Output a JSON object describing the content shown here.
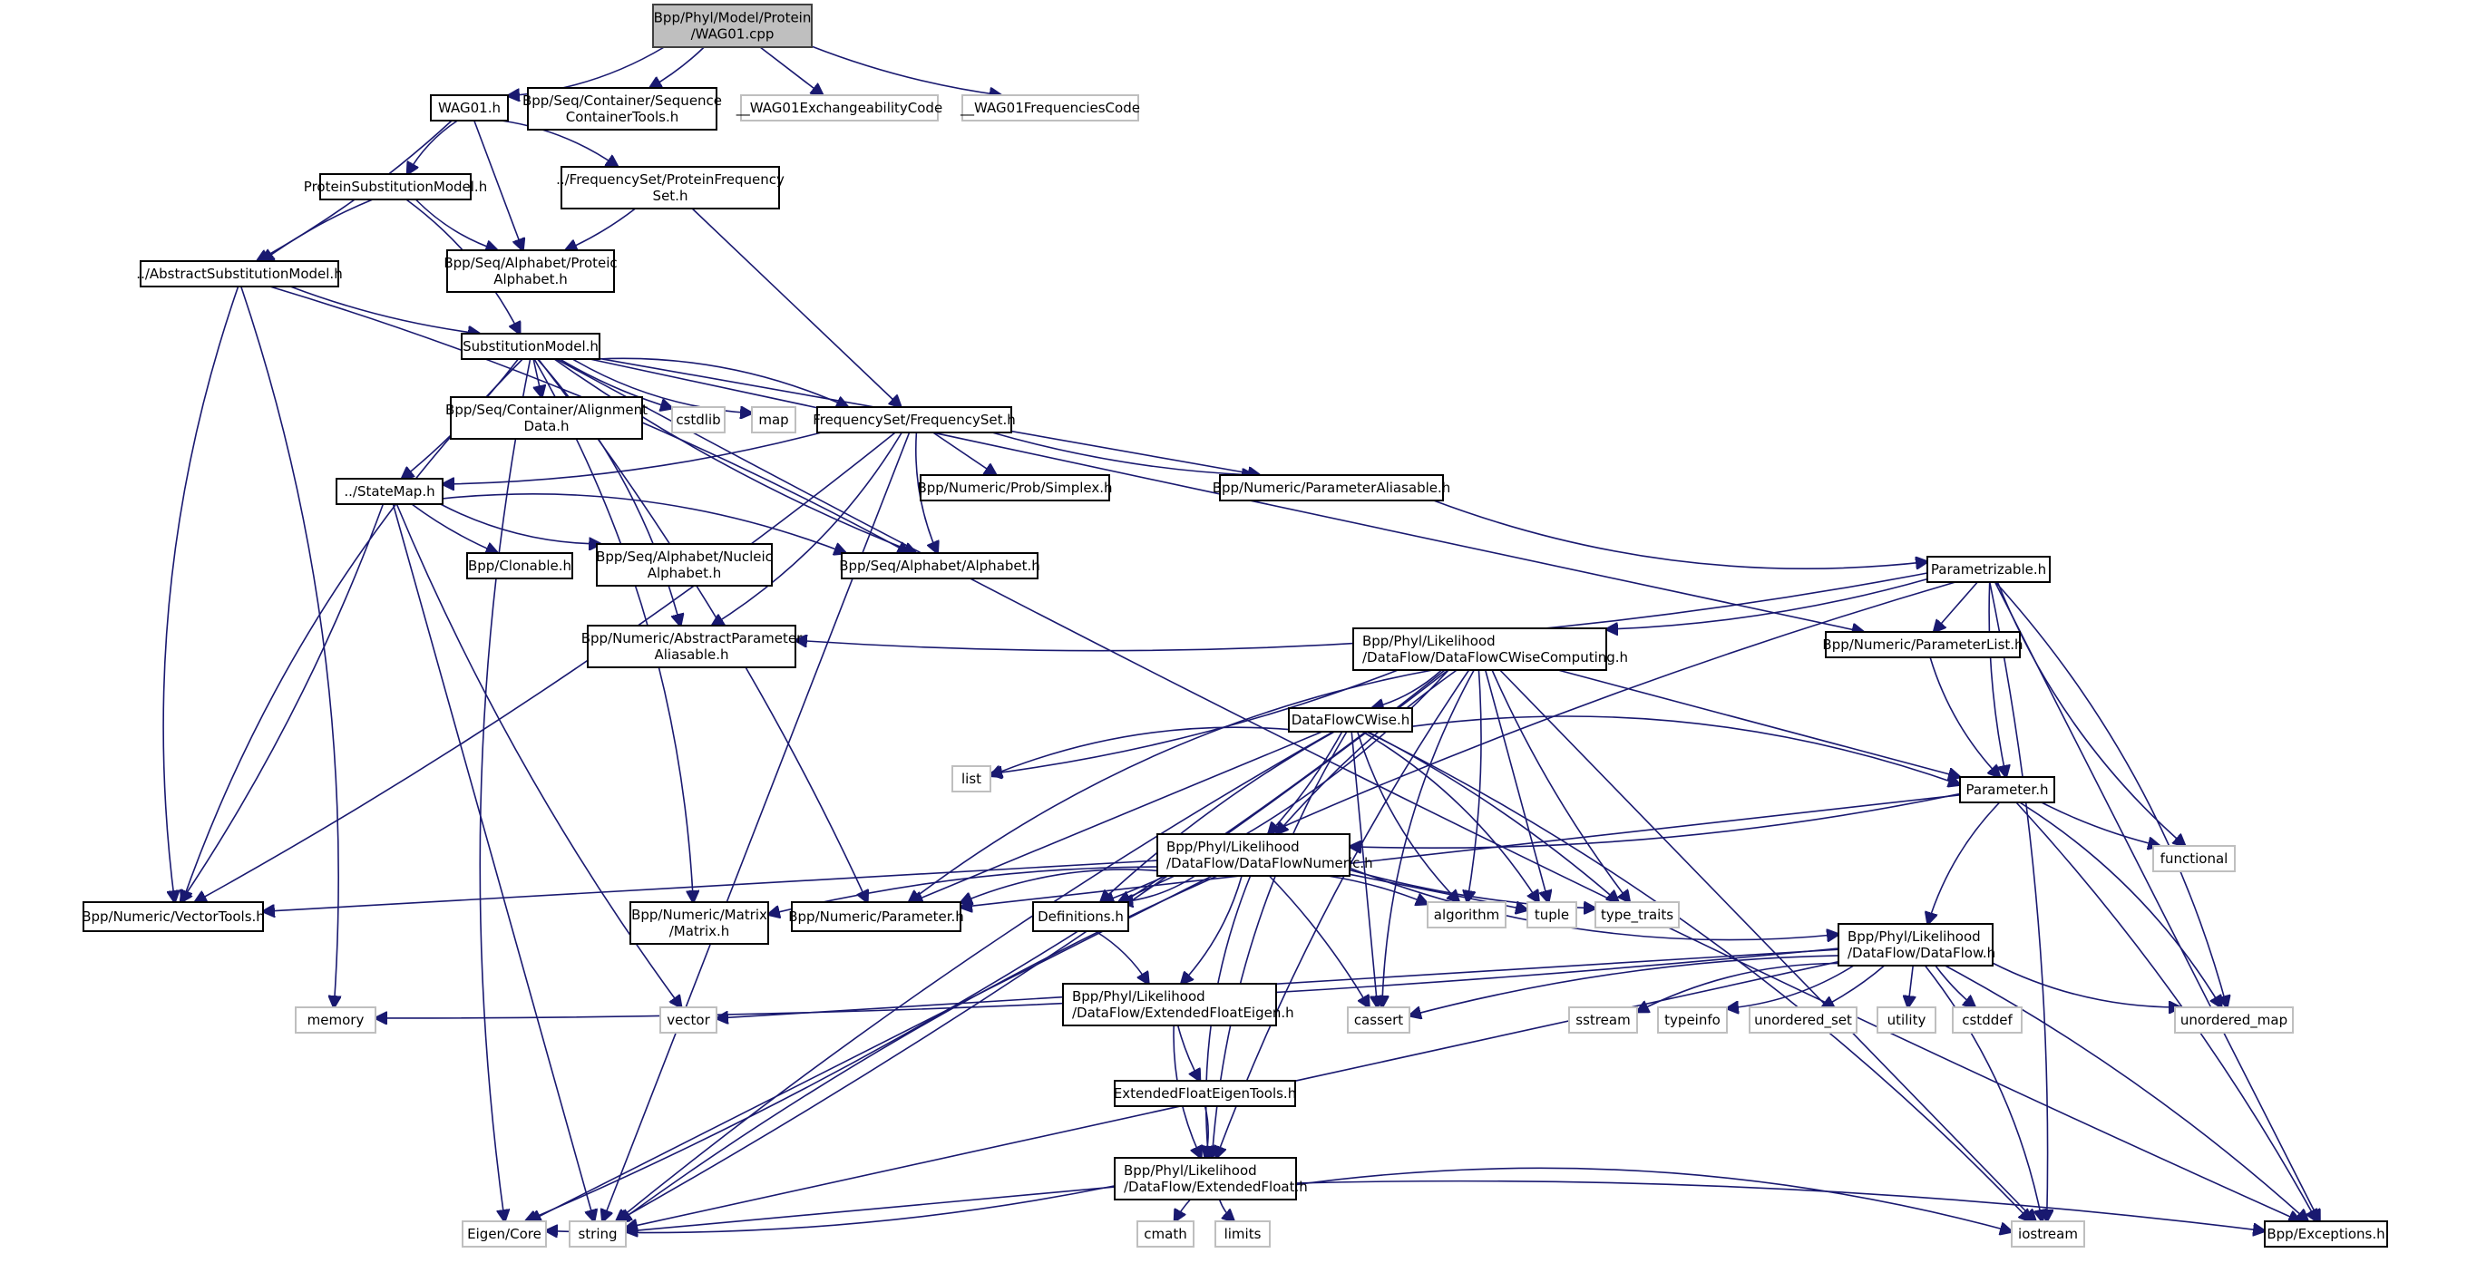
{
  "title": "Bpp/Phyl/Model/Protein/WAG01.cpp include dependency graph",
  "colors": {
    "edge": "#191970",
    "root_fill": "#bfbfbf",
    "external_border": "#bfbfbf",
    "internal_border": "#000000"
  },
  "nodes": [
    {
      "id": "wag01cpp",
      "lines": [
        "Bpp/Phyl/Model/Protein",
        "/WAG01.cpp"
      ],
      "kind": "root"
    },
    {
      "id": "wag01h",
      "lines": [
        "WAG01.h"
      ],
      "kind": "internal"
    },
    {
      "id": "seqcontainertools",
      "lines": [
        "Bpp/Seq/Container/Sequence",
        "ContainerTools.h"
      ],
      "kind": "internal"
    },
    {
      "id": "exchcode",
      "lines": [
        "__WAG01ExchangeabilityCode"
      ],
      "kind": "external"
    },
    {
      "id": "freqcode",
      "lines": [
        "__WAG01FrequenciesCode"
      ],
      "kind": "external"
    },
    {
      "id": "proteinsubst",
      "lines": [
        "ProteinSubstitutionModel.h"
      ],
      "kind": "internal"
    },
    {
      "id": "proteinfreqset",
      "lines": [
        "../FrequencySet/ProteinFrequency",
        "Set.h"
      ],
      "kind": "internal"
    },
    {
      "id": "abstractsubst",
      "lines": [
        "../AbstractSubstitutionModel.h"
      ],
      "kind": "internal"
    },
    {
      "id": "proteicalphabet",
      "lines": [
        "Bpp/Seq/Alphabet/Proteic",
        "Alphabet.h"
      ],
      "kind": "internal"
    },
    {
      "id": "substmodel",
      "lines": [
        "SubstitutionModel.h"
      ],
      "kind": "internal"
    },
    {
      "id": "alignmentdata",
      "lines": [
        "Bpp/Seq/Container/Alignment",
        "Data.h"
      ],
      "kind": "internal"
    },
    {
      "id": "cstdlib",
      "lines": [
        "cstdlib"
      ],
      "kind": "external"
    },
    {
      "id": "map",
      "lines": [
        "map"
      ],
      "kind": "external"
    },
    {
      "id": "freqset",
      "lines": [
        "FrequencySet/FrequencySet.h"
      ],
      "kind": "internal"
    },
    {
      "id": "statemap",
      "lines": [
        "../StateMap.h"
      ],
      "kind": "internal"
    },
    {
      "id": "simplex",
      "lines": [
        "Bpp/Numeric/Prob/Simplex.h"
      ],
      "kind": "internal"
    },
    {
      "id": "paramaliasable",
      "lines": [
        "Bpp/Numeric/ParameterAliasable.h"
      ],
      "kind": "internal"
    },
    {
      "id": "clonable",
      "lines": [
        "Bpp/Clonable.h"
      ],
      "kind": "internal"
    },
    {
      "id": "nucleicalphabet",
      "lines": [
        "Bpp/Seq/Alphabet/Nucleic",
        "Alphabet.h"
      ],
      "kind": "internal"
    },
    {
      "id": "alphabet",
      "lines": [
        "Bpp/Seq/Alphabet/Alphabet.h"
      ],
      "kind": "internal"
    },
    {
      "id": "parametrizable",
      "lines": [
        "Parametrizable.h"
      ],
      "kind": "internal"
    },
    {
      "id": "abstractparamaliasable",
      "lines": [
        "Bpp/Numeric/AbstractParameter",
        "Aliasable.h"
      ],
      "kind": "internal"
    },
    {
      "id": "dfcwisecomputing",
      "lines": [
        "Bpp/Phyl/Likelihood",
        "/DataFlow/DataFlowCWiseComputing.h"
      ],
      "kind": "internal",
      "align": "left"
    },
    {
      "id": "parameterlist",
      "lines": [
        "Bpp/Numeric/ParameterList.h"
      ],
      "kind": "internal"
    },
    {
      "id": "dfcwise",
      "lines": [
        "DataFlowCWise.h"
      ],
      "kind": "internal"
    },
    {
      "id": "list",
      "lines": [
        "list"
      ],
      "kind": "external"
    },
    {
      "id": "parameter",
      "lines": [
        "Parameter.h"
      ],
      "kind": "internal"
    },
    {
      "id": "functional",
      "lines": [
        "functional"
      ],
      "kind": "external"
    },
    {
      "id": "dfnumeric",
      "lines": [
        "Bpp/Phyl/Likelihood",
        "/DataFlow/DataFlowNumeric.h"
      ],
      "kind": "internal",
      "align": "left"
    },
    {
      "id": "vectortools",
      "lines": [
        "Bpp/Numeric/VectorTools.h"
      ],
      "kind": "internal"
    },
    {
      "id": "matrix",
      "lines": [
        "Bpp/Numeric/Matrix",
        "/Matrix.h"
      ],
      "kind": "internal"
    },
    {
      "id": "numparameter",
      "lines": [
        "Bpp/Numeric/Parameter.h"
      ],
      "kind": "internal"
    },
    {
      "id": "definitions",
      "lines": [
        "Definitions.h"
      ],
      "kind": "internal"
    },
    {
      "id": "algorithm",
      "lines": [
        "algorithm"
      ],
      "kind": "external"
    },
    {
      "id": "tuple",
      "lines": [
        "tuple"
      ],
      "kind": "external"
    },
    {
      "id": "typetraits",
      "lines": [
        "type_traits"
      ],
      "kind": "external"
    },
    {
      "id": "dataflow",
      "lines": [
        "Bpp/Phyl/Likelihood",
        "/DataFlow/DataFlow.h"
      ],
      "kind": "internal",
      "align": "left"
    },
    {
      "id": "memory",
      "lines": [
        "memory"
      ],
      "kind": "external"
    },
    {
      "id": "vector",
      "lines": [
        "vector"
      ],
      "kind": "external"
    },
    {
      "id": "extfloateigen",
      "lines": [
        "Bpp/Phyl/Likelihood",
        "/DataFlow/ExtendedFloatEigen.h"
      ],
      "kind": "internal",
      "align": "left"
    },
    {
      "id": "cassert",
      "lines": [
        "cassert"
      ],
      "kind": "external"
    },
    {
      "id": "sstream",
      "lines": [
        "sstream"
      ],
      "kind": "external"
    },
    {
      "id": "typeinfo",
      "lines": [
        "typeinfo"
      ],
      "kind": "external"
    },
    {
      "id": "unorderedset",
      "lines": [
        "unordered_set"
      ],
      "kind": "external"
    },
    {
      "id": "utility",
      "lines": [
        "utility"
      ],
      "kind": "external"
    },
    {
      "id": "cstddef",
      "lines": [
        "cstddef"
      ],
      "kind": "external"
    },
    {
      "id": "unorderedmap",
      "lines": [
        "unordered_map"
      ],
      "kind": "external"
    },
    {
      "id": "extfloateigentools",
      "lines": [
        "ExtendedFloatEigenTools.h"
      ],
      "kind": "internal"
    },
    {
      "id": "extfloat",
      "lines": [
        "Bpp/Phyl/Likelihood",
        "/DataFlow/ExtendedFloat.h"
      ],
      "kind": "internal",
      "align": "left"
    },
    {
      "id": "eigencore",
      "lines": [
        "Eigen/Core"
      ],
      "kind": "external"
    },
    {
      "id": "string",
      "lines": [
        "string"
      ],
      "kind": "external"
    },
    {
      "id": "cmath",
      "lines": [
        "cmath"
      ],
      "kind": "external"
    },
    {
      "id": "limits",
      "lines": [
        "limits"
      ],
      "kind": "external"
    },
    {
      "id": "iostream",
      "lines": [
        "iostream"
      ],
      "kind": "external"
    },
    {
      "id": "exceptions",
      "lines": [
        "Bpp/Exceptions.h"
      ],
      "kind": "internal"
    }
  ],
  "edges": [
    [
      "wag01cpp",
      "wag01h"
    ],
    [
      "wag01cpp",
      "seqcontainertools"
    ],
    [
      "wag01cpp",
      "exchcode"
    ],
    [
      "wag01cpp",
      "freqcode"
    ],
    [
      "wag01h",
      "proteinsubst"
    ],
    [
      "wag01h",
      "proteinfreqset"
    ],
    [
      "wag01h",
      "abstractsubst"
    ],
    [
      "wag01h",
      "proteicalphabet"
    ],
    [
      "proteinsubst",
      "abstractsubst"
    ],
    [
      "proteinsubst",
      "proteicalphabet"
    ],
    [
      "proteinsubst",
      "substmodel"
    ],
    [
      "proteinfreqset",
      "proteicalphabet"
    ],
    [
      "proteinfreqset",
      "freqset"
    ],
    [
      "abstractsubst",
      "substmodel"
    ],
    [
      "abstractsubst",
      "vectortools"
    ],
    [
      "abstractsubst",
      "memory"
    ],
    [
      "abstractsubst",
      "alphabet"
    ],
    [
      "substmodel",
      "alignmentdata"
    ],
    [
      "substmodel",
      "cstdlib"
    ],
    [
      "substmodel",
      "map"
    ],
    [
      "substmodel",
      "freqset"
    ],
    [
      "substmodel",
      "statemap"
    ],
    [
      "substmodel",
      "paramaliasable"
    ],
    [
      "substmodel",
      "alphabet"
    ],
    [
      "substmodel",
      "vectortools"
    ],
    [
      "substmodel",
      "matrix"
    ],
    [
      "substmodel",
      "numparameter"
    ],
    [
      "substmodel",
      "parameterlist"
    ],
    [
      "substmodel",
      "exceptions"
    ],
    [
      "substmodel",
      "eigencore"
    ],
    [
      "substmodel",
      "abstractparamaliasable"
    ],
    [
      "freqset",
      "statemap"
    ],
    [
      "freqset",
      "simplex"
    ],
    [
      "freqset",
      "paramaliasable"
    ],
    [
      "freqset",
      "alphabet"
    ],
    [
      "freqset",
      "abstractparamaliasable"
    ],
    [
      "freqset",
      "vectortools"
    ],
    [
      "freqset",
      "string"
    ],
    [
      "statemap",
      "clonable"
    ],
    [
      "statemap",
      "nucleicalphabet"
    ],
    [
      "statemap",
      "alphabet"
    ],
    [
      "statemap",
      "vectortools"
    ],
    [
      "statemap",
      "string"
    ],
    [
      "statemap",
      "vector"
    ],
    [
      "paramaliasable",
      "parametrizable"
    ],
    [
      "parametrizable",
      "abstractparamaliasable"
    ],
    [
      "parametrizable",
      "dfcwisecomputing"
    ],
    [
      "parametrizable",
      "parameterlist"
    ],
    [
      "parametrizable",
      "parameter"
    ],
    [
      "parametrizable",
      "functional"
    ],
    [
      "parametrizable",
      "unorderedmap"
    ],
    [
      "parametrizable",
      "iostream"
    ],
    [
      "parametrizable",
      "exceptions"
    ],
    [
      "parametrizable",
      "definitions"
    ],
    [
      "parameterlist",
      "parameter"
    ],
    [
      "dfcwisecomputing",
      "dfcwise"
    ],
    [
      "dfcwisecomputing",
      "list"
    ],
    [
      "dfcwisecomputing",
      "parameter"
    ],
    [
      "dfcwisecomputing",
      "dfnumeric"
    ],
    [
      "dfcwisecomputing",
      "numparameter"
    ],
    [
      "dfcwisecomputing",
      "definitions"
    ],
    [
      "dfcwisecomputing",
      "algorithm"
    ],
    [
      "dfcwisecomputing",
      "tuple"
    ],
    [
      "dfcwisecomputing",
      "typetraits"
    ],
    [
      "dfcwisecomputing",
      "cassert"
    ],
    [
      "dfcwisecomputing",
      "eigencore"
    ],
    [
      "dfcwisecomputing",
      "string"
    ],
    [
      "dfcwisecomputing",
      "iostream"
    ],
    [
      "dfcwisecomputing",
      "extfloat"
    ],
    [
      "dfcwise",
      "list"
    ],
    [
      "dfcwise",
      "parameter"
    ],
    [
      "dfcwise",
      "dfnumeric"
    ],
    [
      "dfcwise",
      "numparameter"
    ],
    [
      "dfcwise",
      "definitions"
    ],
    [
      "dfcwise",
      "algorithm"
    ],
    [
      "dfcwise",
      "tuple"
    ],
    [
      "dfcwise",
      "typetraits"
    ],
    [
      "dfcwise",
      "cassert"
    ],
    [
      "dfcwise",
      "string"
    ],
    [
      "dfcwise",
      "extfloat"
    ],
    [
      "dfcwise",
      "iostream"
    ],
    [
      "parameter",
      "dfnumeric"
    ],
    [
      "parameter",
      "numparameter"
    ],
    [
      "parameter",
      "functional"
    ],
    [
      "parameter",
      "dataflow"
    ],
    [
      "parameter",
      "unorderedmap"
    ],
    [
      "parameter",
      "exceptions"
    ],
    [
      "dfnumeric",
      "vectortools"
    ],
    [
      "dfnumeric",
      "matrix"
    ],
    [
      "dfnumeric",
      "numparameter"
    ],
    [
      "dfnumeric",
      "definitions"
    ],
    [
      "dfnumeric",
      "algorithm"
    ],
    [
      "dfnumeric",
      "tuple"
    ],
    [
      "dfnumeric",
      "typetraits"
    ],
    [
      "dfnumeric",
      "dataflow"
    ],
    [
      "dfnumeric",
      "extfloateigen"
    ],
    [
      "dfnumeric",
      "cassert"
    ],
    [
      "dfnumeric",
      "eigencore"
    ],
    [
      "dfnumeric",
      "string"
    ],
    [
      "dfnumeric",
      "extfloat"
    ],
    [
      "definitions",
      "extfloateigen"
    ],
    [
      "dataflow",
      "memory"
    ],
    [
      "dataflow",
      "vector"
    ],
    [
      "dataflow",
      "cassert"
    ],
    [
      "dataflow",
      "sstream"
    ],
    [
      "dataflow",
      "typeinfo"
    ],
    [
      "dataflow",
      "unorderedset"
    ],
    [
      "dataflow",
      "utility"
    ],
    [
      "dataflow",
      "cstddef"
    ],
    [
      "dataflow",
      "unorderedmap"
    ],
    [
      "dataflow",
      "iostream"
    ],
    [
      "dataflow",
      "exceptions"
    ],
    [
      "dataflow",
      "string"
    ],
    [
      "extfloateigen",
      "extfloateigentools"
    ],
    [
      "extfloateigen",
      "extfloat"
    ],
    [
      "extfloateigentools",
      "extfloat"
    ],
    [
      "extfloat",
      "eigencore"
    ],
    [
      "extfloat",
      "string"
    ],
    [
      "extfloat",
      "cmath"
    ],
    [
      "extfloat",
      "limits"
    ],
    [
      "extfloat",
      "iostream"
    ],
    [
      "extfloat",
      "exceptions"
    ]
  ]
}
